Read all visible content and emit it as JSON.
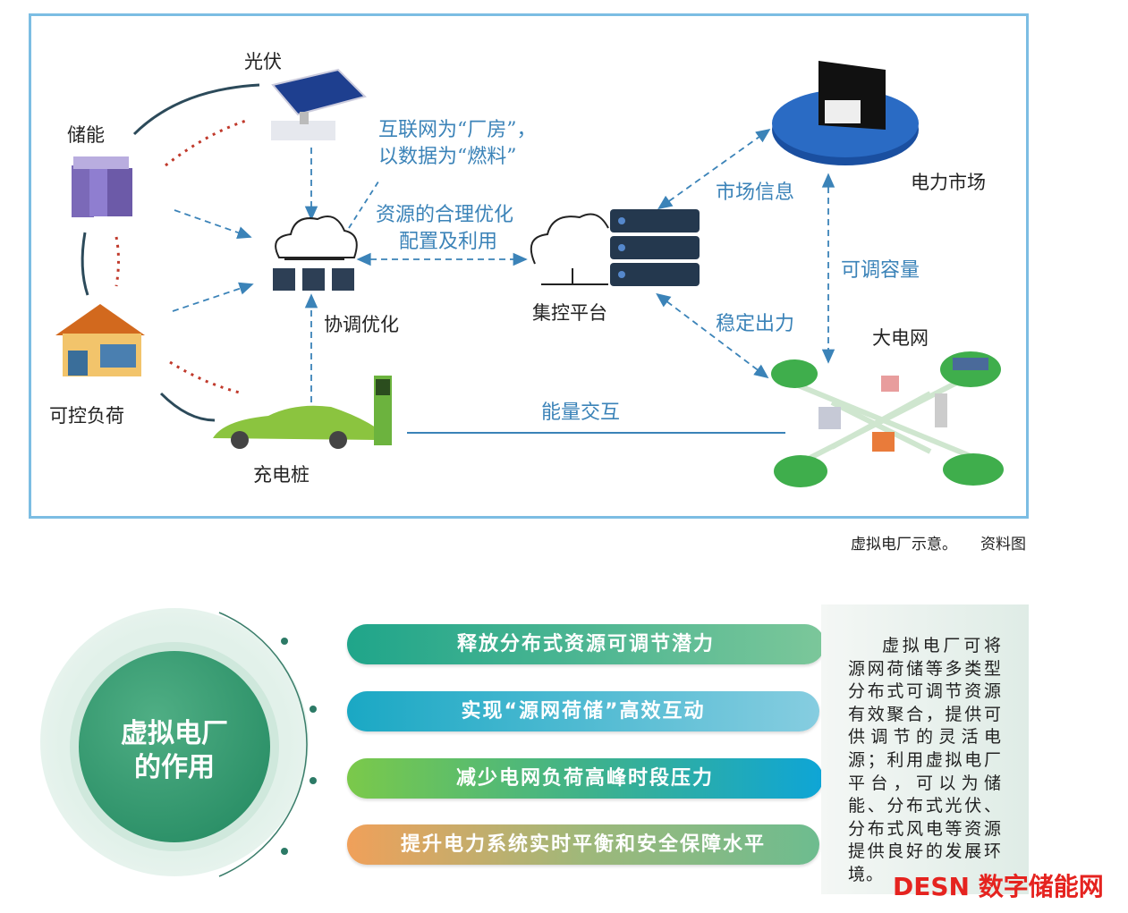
{
  "diagram": {
    "nodes": {
      "pv": "光伏",
      "storage": "储能",
      "load": "可控负荷",
      "charger": "充电桩",
      "coordination": "协调优化",
      "platform": "集控平台",
      "market": "电力市场",
      "grid": "大电网"
    },
    "annotations": {
      "internet_line1": "互联网为“厂房”，",
      "internet_line2": "以数据为“燃料”",
      "resource_line1": "资源的合理优化",
      "resource_line2": "配置及利用",
      "market_info": "市场信息",
      "adjustable_capacity": "可调容量",
      "stable_output": "稳定出力",
      "energy_exchange": "能量交互"
    },
    "caption": "虚拟电厂示意。",
    "source": "资料图"
  },
  "roles": {
    "title": "虚拟电厂的作用",
    "items": [
      {
        "label": "释放分布式资源可调节潜力",
        "color_from": "#1fa58a",
        "color_to": "#7cc79a"
      },
      {
        "label": "实现“源网荷储”高效互动",
        "color_from": "#1aa8c4",
        "color_to": "#86cde0"
      },
      {
        "label": "减少电网负荷高峰时段压力",
        "color_from": "#7bc94a",
        "color_to": "#0ea5d6"
      },
      {
        "label": "提升电力系统实时平衡和安全保障水平",
        "color_from": "#f0a05a",
        "color_to": "#6dbc8f"
      }
    ],
    "description": "虚拟电厂可将源网荷储等多类型分布式可调节资源有效聚合，提供可供调节的灵活电源；利用虚拟电厂平台，可以为储能、分布式光伏、分布式风电等资源提供良好的发展环境。"
  },
  "watermark": "DESN 数字储能网"
}
